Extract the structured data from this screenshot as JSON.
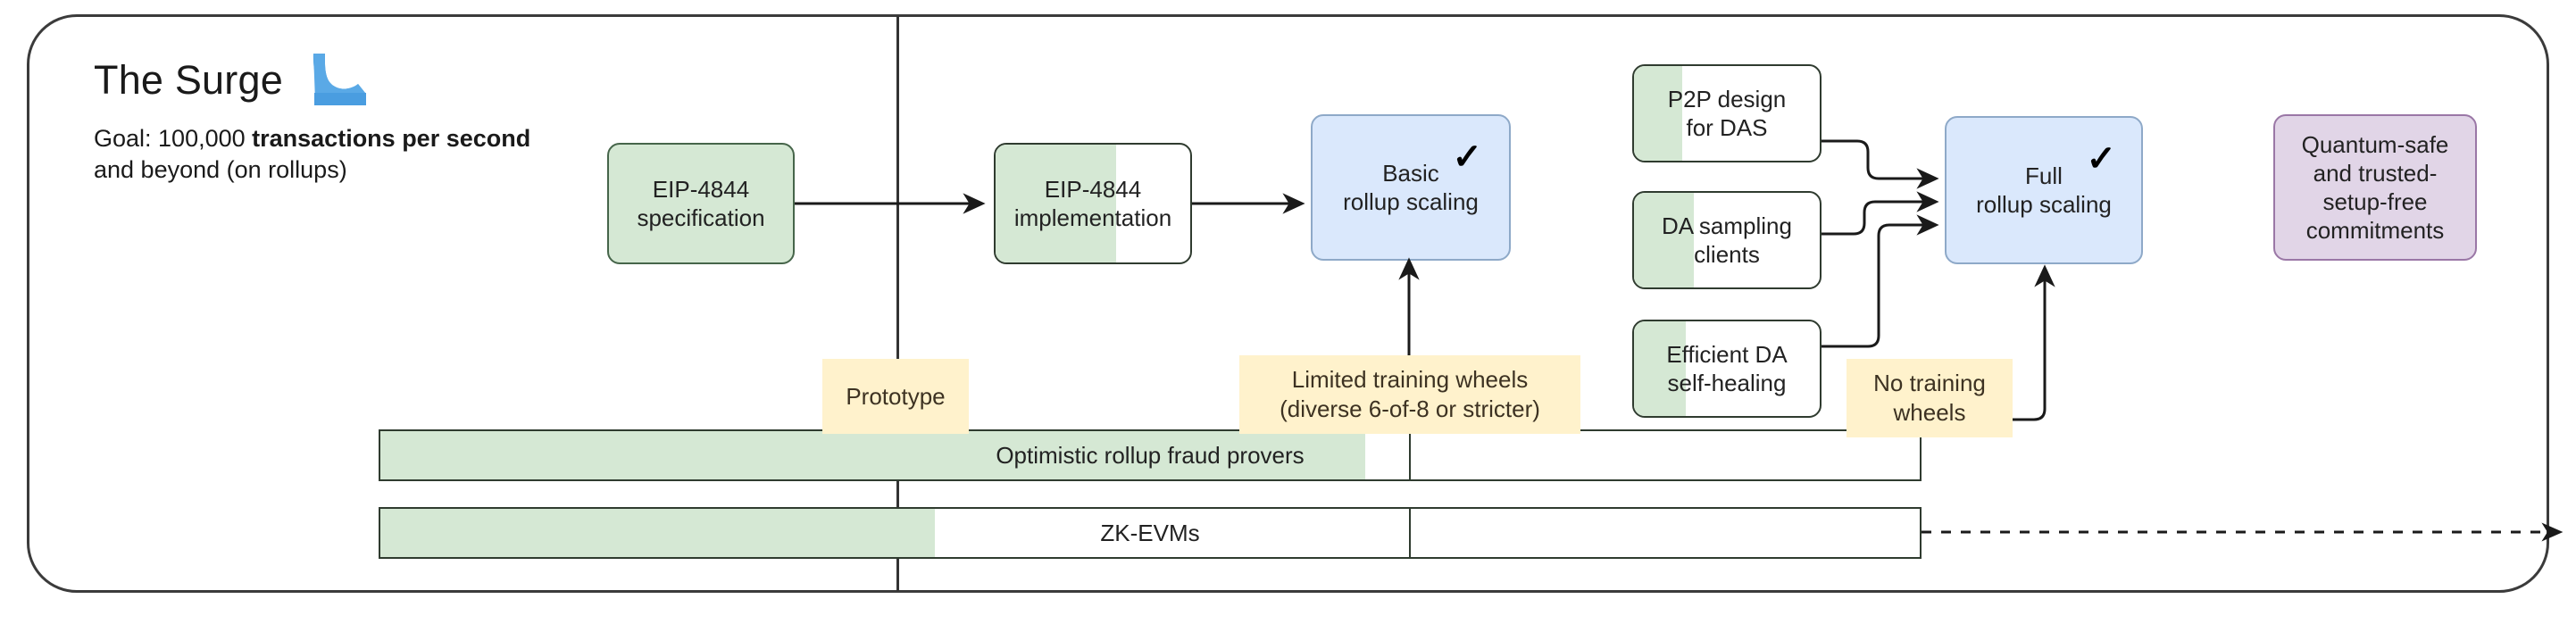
{
  "header": {
    "title": "The Surge",
    "icon": "wave-icon",
    "goal_prefix": "Goal: 100,000 ",
    "goal_bold": "transactions per second",
    "goal_suffix": " and beyond (on rollups)"
  },
  "colors": {
    "green_fill": "#d5e8d4",
    "blue_fill": "#dae8fc",
    "purple_fill": "#e1d5e7",
    "yellow_fill": "#fff2cc",
    "stroke": "#2f3b2f",
    "wave_blue": "#4a9de0"
  },
  "nodes": [
    {
      "id": "eip4844-spec",
      "label_lines": [
        "EIP-4844",
        "specification"
      ],
      "style": "green-full",
      "progress_pct": 100,
      "done": false
    },
    {
      "id": "eip4844-impl",
      "label_lines": [
        "EIP-4844",
        "implementation"
      ],
      "style": "partial",
      "progress_pct": 62,
      "done": false
    },
    {
      "id": "basic-rollup-scaling",
      "label_lines": [
        "Basic",
        "rollup scaling"
      ],
      "style": "blue",
      "progress_pct": 0,
      "done": true
    },
    {
      "id": "p2p-design-for-das",
      "label_lines": [
        "P2P design",
        "for DAS"
      ],
      "style": "partial",
      "progress_pct": 26,
      "done": false
    },
    {
      "id": "da-sampling-clients",
      "label_lines": [
        "DA sampling",
        "clients"
      ],
      "style": "partial",
      "progress_pct": 32,
      "done": false
    },
    {
      "id": "efficient-da-self-healing",
      "label_lines": [
        "Efficient DA",
        "self-healing"
      ],
      "style": "partial",
      "progress_pct": 28,
      "done": false
    },
    {
      "id": "full-rollup-scaling",
      "label_lines": [
        "Full",
        "rollup scaling"
      ],
      "style": "blue",
      "progress_pct": 0,
      "done": true
    },
    {
      "id": "quantum-safe-commitments",
      "label_lines": [
        "Quantum-safe",
        "and trusted-",
        "setup-free",
        "commitments"
      ],
      "style": "purple",
      "progress_pct": 0,
      "done": false
    }
  ],
  "annotations": [
    {
      "id": "prototype",
      "lines": [
        "Prototype"
      ]
    },
    {
      "id": "limited-training-wheels",
      "lines": [
        "Limited training wheels",
        "(diverse 6-of-8 or stricter)"
      ]
    },
    {
      "id": "no-training-wheels",
      "lines": [
        "No training",
        "wheels"
      ]
    }
  ],
  "bars": [
    {
      "id": "optimistic-rollup-fraud-provers",
      "label": "Optimistic rollup fraud provers",
      "progress_pct": 64
    },
    {
      "id": "zk-evms",
      "label": "ZK-EVMs",
      "progress_pct": 36
    }
  ],
  "check_glyph": "✓"
}
